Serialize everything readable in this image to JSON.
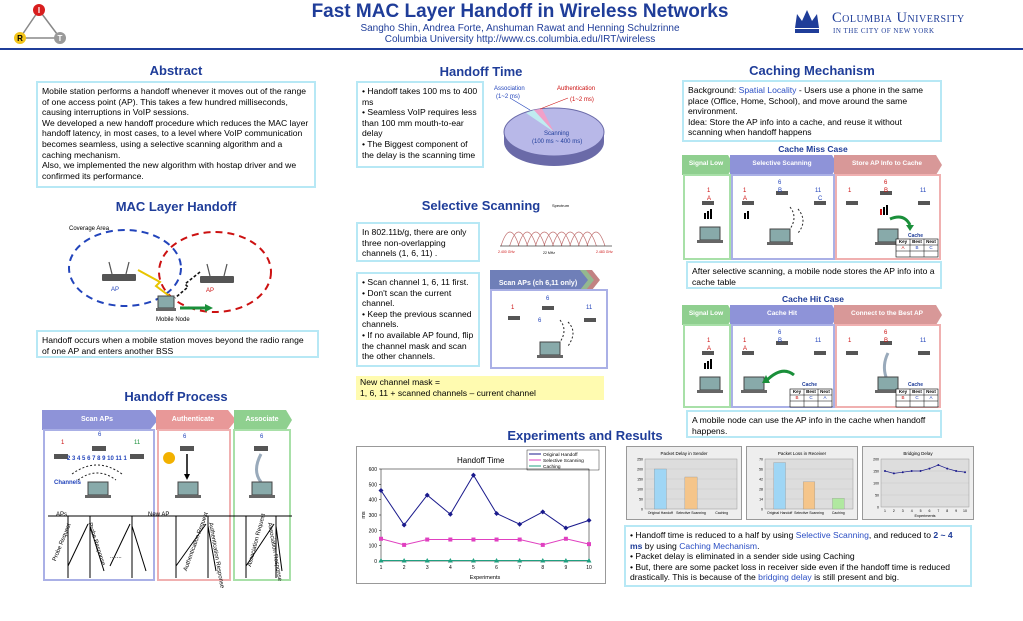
{
  "header": {
    "title": "Fast MAC Layer Handoff in Wireless Networks",
    "authors": "Sangho Shin, Andrea Forte, Anshuman Rawat and Henning Schulzrinne",
    "affiliation": "Columbia University  http://www.cs.columbia.edu/IRT/wireless",
    "logo_letters": [
      "I",
      "R",
      "T"
    ],
    "univ_line1": "Columbia University",
    "univ_line2": "in the city of new york"
  },
  "abstract": {
    "title": "Abstract",
    "text": [
      "Mobile station performs a handoff whenever it moves out of the range of one access point (AP). This takes a few hundred milliseconds, causing interruptions in VoIP sessions.",
      "We developed a new handoff procedure which reduces the MAC layer handoff latency, in most cases, to a level where VoIP communication becomes seamless, using a selective scanning algorithm and a caching mechanism.",
      "Also, we implemented the new algorithm with hostap driver and we confirmed its performance."
    ]
  },
  "mac": {
    "title": "MAC Layer Handoff",
    "coverage": "Coverage Area",
    "ap_left": "AP",
    "ap_right": "AP",
    "mobile": "Mobile Node",
    "caption": "Handoff occurs when a mobile station moves beyond the radio range of one AP and enters another BSS"
  },
  "process": {
    "title": "Handoff Process",
    "phases": [
      "Scan APs",
      "Authenticate",
      "Associate"
    ],
    "channels": "Channels",
    "ch_nums": [
      "1",
      "6",
      "11",
      "2",
      "3",
      "4",
      "5",
      "6",
      "7",
      "8",
      "9",
      "10",
      "11",
      "1"
    ],
    "aps_label": "APs",
    "newap_label": "New AP",
    "msgs": [
      "Probe Request",
      "Probe Response",
      "Authentication Request",
      "Authentication Response",
      "Association Request",
      "Association Response"
    ],
    "ap_labels": [
      "6",
      "6"
    ],
    "dots": "......."
  },
  "handoff_time": {
    "title": "Handoff Time",
    "bullets": [
      "Handoff takes 100 ms to 400 ms",
      "Seamless VoIP requires less than 100 mm mouth-to-ear delay",
      "The Biggest component of the delay is the scanning time"
    ],
    "pie_assoc": "Association",
    "pie_assoc_v": "(1~2 ms)",
    "pie_auth": "Authentication",
    "pie_auth_v": "(1~2 ms)",
    "pie_scan": "Scanning",
    "pie_scan_v": "(100 ms ~ 400 ms)"
  },
  "selective": {
    "title": "Selective Scanning",
    "intro": "In 802.11b/g, there are only three non-overlapping channels (1, 6, 11) .",
    "bullets": [
      "Scan channel 1, 6, 11 first.",
      "Don't scan the current channel.",
      "Keep the previous scanned channels.",
      "If no available AP found, flip the channel mask and scan the other channels."
    ],
    "scan_hdr": "Scan APs (ch 6,11 only)",
    "spectrum_title": "Spectrum",
    "spectrum_lo": "2.400 GHz",
    "spectrum_hi": "2.483 GHz",
    "spectrum_mid": "22 MHz",
    "mask_lines": [
      "New channel mask =",
      "1, 6, 11 + scanned channels – current channel"
    ],
    "aps": [
      "1",
      "6",
      "6",
      "11"
    ]
  },
  "caching": {
    "title": "Caching Mechanism",
    "background_prefix": "Background: ",
    "background_hl": "Spatial Locality",
    "background_rest": " - Users use a phone in the same place (Office, Home, School), and move around the same environment.",
    "idea": "Idea: Store the AP info into a cache, and reuse it without scanning when handoff happens",
    "miss_title": "Cache Miss Case",
    "miss_hdrs": [
      "Signal Low",
      "Selective Scanning",
      "Store AP Info to Cache"
    ],
    "miss_caption": "After selective scanning, a mobile node stores the AP info into a cache table",
    "hit_title": "Cache Hit Case",
    "hit_hdrs": [
      "Signal Low",
      "Cache Hit",
      "Connect to the Best AP"
    ],
    "hit_caption": "A mobile node can use the AP info in the cache when handoff happens.",
    "cache_label": "Cache",
    "cache_cols": [
      "Key",
      "Best",
      "Next"
    ],
    "cache_row_miss": [
      "A",
      "B",
      "C"
    ],
    "cache_row_hit": [
      "B",
      "C",
      "A"
    ],
    "ap_labels": [
      "1",
      "A",
      "6",
      "B",
      "11",
      "C"
    ]
  },
  "results": {
    "title": "Experiments and Results",
    "bullets_rich": [
      {
        "parts": [
          "Handoff time is reduced to a half by using ",
          "Selective Scanning",
          ", and reduced to ",
          "2 ~ 4 ms",
          " by using ",
          "Caching Mechanism",
          "."
        ]
      },
      {
        "parts": [
          "Packet delay is eliminated in a sender side using Caching"
        ]
      },
      {
        "parts": [
          "But, there are some packet loss in receiver side even if the handoff time is reduced drastically. This is because of the ",
          "bridging delay",
          " is still present and big."
        ]
      }
    ]
  },
  "chart_data": [
    {
      "type": "line",
      "title": "Handoff Time",
      "xlabel": "Experiments",
      "ylabel": "ms",
      "x": [
        1,
        2,
        3,
        4,
        5,
        6,
        7,
        8,
        9,
        10
      ],
      "ylim": [
        0,
        600
      ],
      "yticks": [
        0,
        100,
        200,
        300,
        400,
        500,
        600
      ],
      "series": [
        {
          "name": "Original Handoff",
          "color": "#1a1a8c",
          "values": [
            460,
            235,
            430,
            305,
            560,
            310,
            240,
            320,
            215,
            265
          ]
        },
        {
          "name": "Selective Scanning",
          "color": "#e040c0",
          "values": [
            145,
            105,
            140,
            140,
            140,
            140,
            140,
            105,
            145,
            110
          ]
        },
        {
          "name": "Caching",
          "color": "#20a080",
          "values": [
            3,
            3,
            3,
            3,
            3,
            3,
            3,
            3,
            3,
            3
          ]
        }
      ]
    },
    {
      "type": "bar",
      "title": "Packet Delay in Sender",
      "categories": [
        "Original Handoff",
        "Selective Scanning",
        "Caching"
      ],
      "values": [
        200,
        160,
        0
      ],
      "ylim": [
        0,
        250
      ],
      "colors": [
        "#9fd6f5",
        "#f5c58a",
        "#b0e8a0"
      ]
    },
    {
      "type": "bar",
      "title": "Packet Loss in Receiver",
      "categories": [
        "Original Handoff",
        "Selective Scanning",
        "Caching"
      ],
      "values": [
        65,
        38,
        15
      ],
      "ylim": [
        0,
        70
      ],
      "colors": [
        "#9fd6f5",
        "#f5c58a",
        "#b0e8a0"
      ]
    },
    {
      "type": "line",
      "title": "Bridging Delay",
      "xlabel": "Experiments",
      "x": [
        1,
        2,
        3,
        4,
        5,
        6,
        7,
        8,
        9,
        10
      ],
      "ylim": [
        0,
        200
      ],
      "series": [
        {
          "name": "Bridging Delay",
          "color": "#1a1a8c",
          "values": [
            150,
            140,
            145,
            150,
            150,
            160,
            175,
            160,
            150,
            145
          ]
        }
      ]
    }
  ]
}
